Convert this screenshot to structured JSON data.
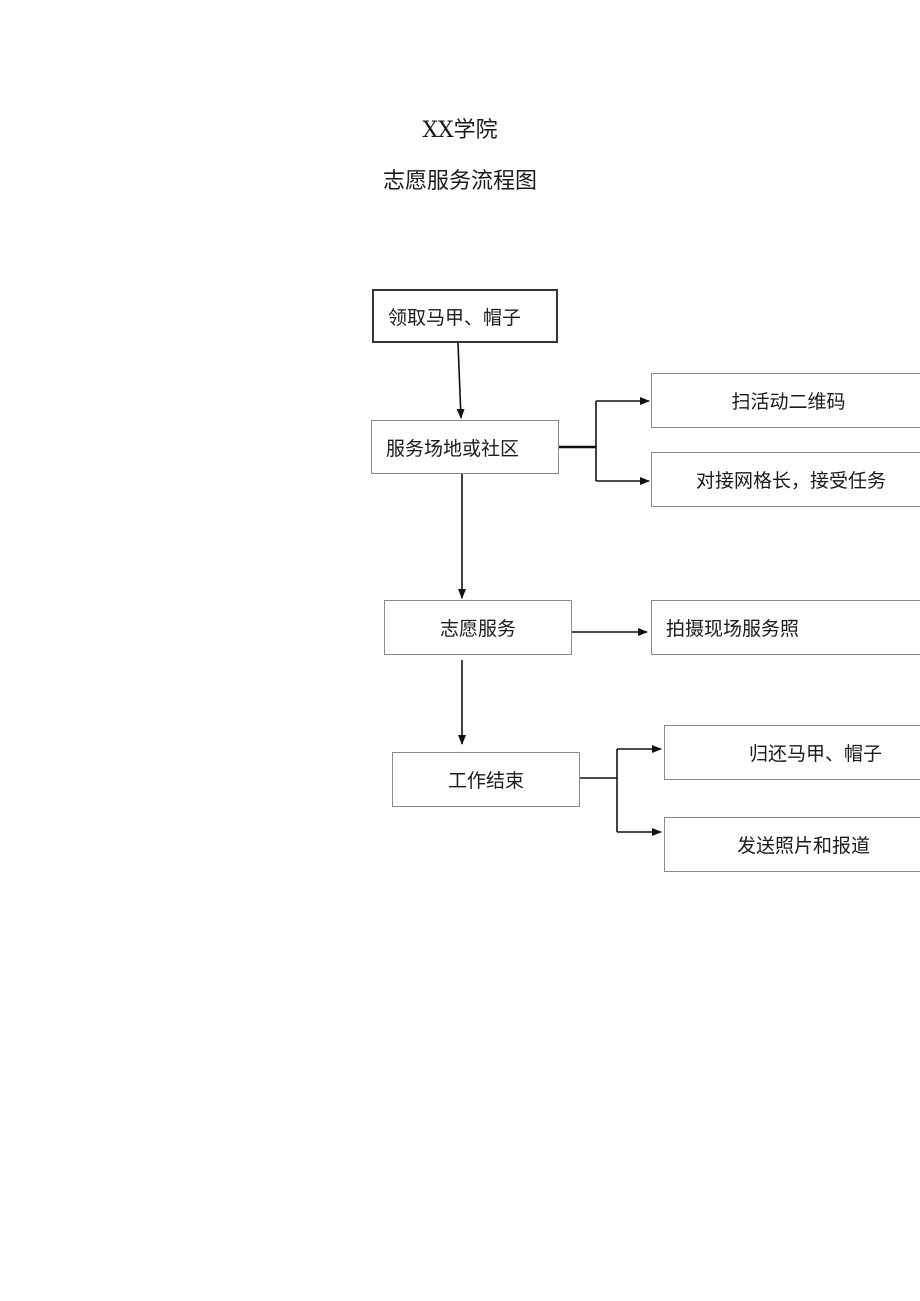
{
  "document": {
    "title_line1": "XX学院",
    "title_line2": "志愿服务流程图"
  },
  "flowchart": {
    "nodes": {
      "collect_vest_hat": "领取马甲、帽子",
      "service_site": "服务场地或社区",
      "scan_qr": "扫活动二维码",
      "contact_grid_leader": "对接网格长，接受任务",
      "volunteer_service": "志愿服务",
      "take_photos": "拍摄现场服务照",
      "work_end": "工作结束",
      "return_vest_hat": "归还马甲、帽子",
      "send_photos_report": "发送照片和报道"
    },
    "edges": [
      {
        "from": "collect_vest_hat",
        "to": "service_site"
      },
      {
        "from": "service_site",
        "to": "scan_qr"
      },
      {
        "from": "service_site",
        "to": "contact_grid_leader"
      },
      {
        "from": "service_site",
        "to": "volunteer_service"
      },
      {
        "from": "volunteer_service",
        "to": "take_photos"
      },
      {
        "from": "volunteer_service",
        "to": "work_end"
      },
      {
        "from": "work_end",
        "to": "return_vest_hat"
      },
      {
        "from": "work_end",
        "to": "send_photos_report"
      }
    ]
  }
}
